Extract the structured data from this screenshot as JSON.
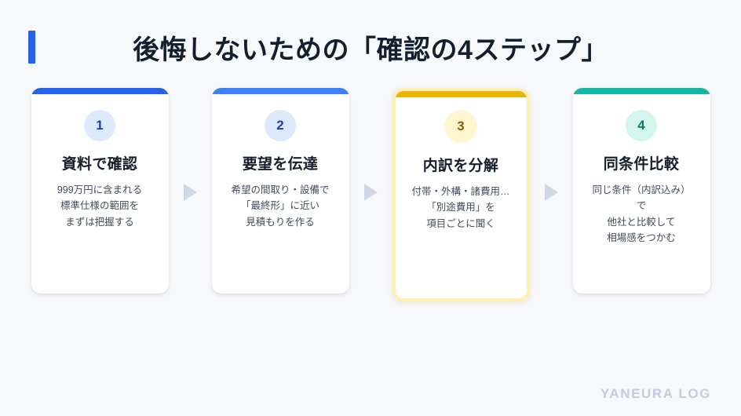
{
  "page": {
    "background_color": "#f7f8fb",
    "title": "後悔しないための「確認の4ステップ」",
    "accent_color": "#2563eb"
  },
  "footer": {
    "watermark": "YANEURA LOG",
    "color": "#c3cbdd"
  },
  "arrow": {
    "symbol": "▶",
    "color": "#cfd7e6"
  },
  "steps": [
    {
      "number": "1",
      "heading": "資料で確認",
      "body": "999万円に含まれる\n標準仕様の範囲を\nまずは把握する",
      "bar_color": "#2563eb",
      "badge_bg": "#dbe9fb",
      "badge_fg": "#1e40af",
      "highlighted": false
    },
    {
      "number": "2",
      "heading": "要望を伝達",
      "body": "希望の間取り・設備で\n「最終形」に近い\n見積もりを作る",
      "bar_color": "#3b82f6",
      "badge_bg": "#dbe9fb",
      "badge_fg": "#1e40af",
      "highlighted": false
    },
    {
      "number": "3",
      "heading": "内訳を分解",
      "body": "付帯・外構・諸費用…\n「別途費用」を\n項目ごとに聞く",
      "bar_color": "#eab308",
      "badge_bg": "#fdf6cf",
      "badge_fg": "#8a5f10",
      "highlighted": true,
      "highlight_border": "#fdf0b0"
    },
    {
      "number": "4",
      "heading": "同条件比較",
      "body": "同じ条件（内訳込み）\nで\n他社と比較して\n相場感をつかむ",
      "bar_color": "#14b8a6",
      "badge_bg": "#d4f5ee",
      "badge_fg": "#0f766e",
      "highlighted": false
    }
  ]
}
